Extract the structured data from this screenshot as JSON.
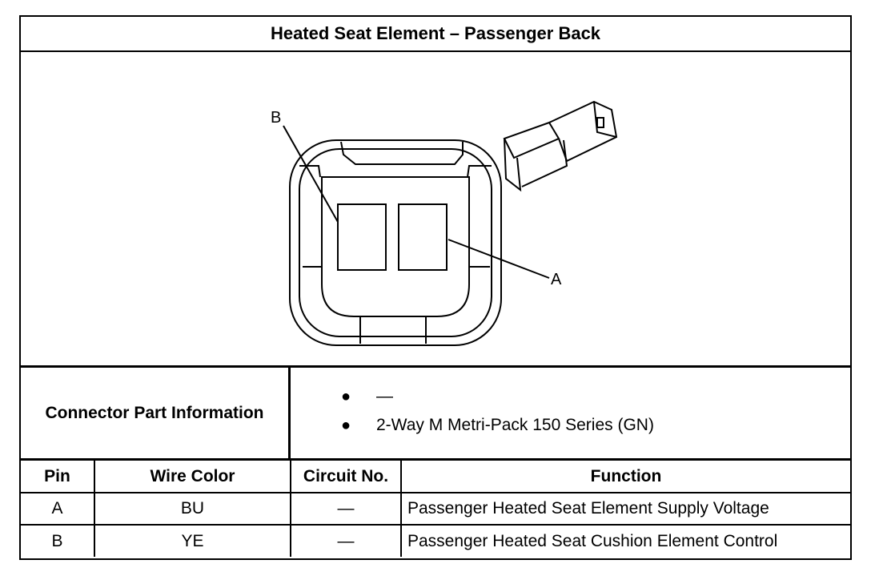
{
  "title": "Heated Seat Element – Passenger Back",
  "diagram": {
    "label_b": "B",
    "label_a": "A"
  },
  "connector_part_information": {
    "label": "Connector Part Information",
    "items": [
      "—",
      "2-Way M Metri-Pack 150 Series (GN)"
    ]
  },
  "pin_table": {
    "headers": [
      "Pin",
      "Wire Color",
      "Circuit No.",
      "Function"
    ],
    "rows": [
      [
        "A",
        "BU",
        "—",
        "Passenger Heated Seat Element Supply Voltage"
      ],
      [
        "B",
        "YE",
        "—",
        "Passenger Heated Seat Cushion Element Control"
      ]
    ]
  }
}
